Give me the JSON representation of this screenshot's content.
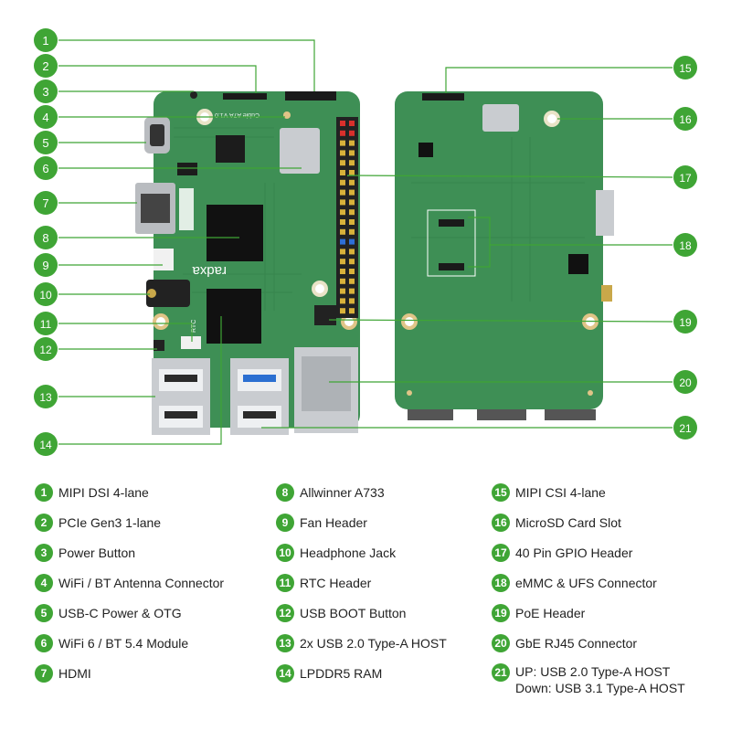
{
  "colors": {
    "callout": "#3fa535",
    "pcb": "#3e8f55",
    "pcb_dark": "#2f7444",
    "chip": "#111111",
    "metal": "#c9ccd0",
    "pin": "#d8b13a"
  },
  "board_marks": {
    "brand": "radxa",
    "model": "Cubie A7A V1.0",
    "rtc": "RTC"
  },
  "callouts": [
    {
      "n": "1"
    },
    {
      "n": "2"
    },
    {
      "n": "3"
    },
    {
      "n": "4"
    },
    {
      "n": "5"
    },
    {
      "n": "6"
    },
    {
      "n": "7"
    },
    {
      "n": "8"
    },
    {
      "n": "9"
    },
    {
      "n": "10"
    },
    {
      "n": "11"
    },
    {
      "n": "12"
    },
    {
      "n": "13"
    },
    {
      "n": "14"
    },
    {
      "n": "15"
    },
    {
      "n": "16"
    },
    {
      "n": "17"
    },
    {
      "n": "18"
    },
    {
      "n": "19"
    },
    {
      "n": "20"
    },
    {
      "n": "21"
    }
  ],
  "legend": [
    {
      "n": "1",
      "label": "MIPI DSI 4-lane"
    },
    {
      "n": "2",
      "label": "PCIe Gen3 1-lane"
    },
    {
      "n": "3",
      "label": "Power Button"
    },
    {
      "n": "4",
      "label": "WiFi / BT Antenna Connector"
    },
    {
      "n": "5",
      "label": "USB-C Power & OTG"
    },
    {
      "n": "6",
      "label": "WiFi 6 / BT 5.4 Module"
    },
    {
      "n": "7",
      "label": "HDMI"
    },
    {
      "n": "8",
      "label": "Allwinner A733"
    },
    {
      "n": "9",
      "label": "Fan Header"
    },
    {
      "n": "10",
      "label": "Headphone Jack"
    },
    {
      "n": "11",
      "label": "RTC Header"
    },
    {
      "n": "12",
      "label": "USB BOOT Button"
    },
    {
      "n": "13",
      "label": "2x USB 2.0 Type-A HOST"
    },
    {
      "n": "14",
      "label": "LPDDR5 RAM"
    },
    {
      "n": "15",
      "label": "MIPI CSI 4-lane"
    },
    {
      "n": "16",
      "label": "MicroSD Card Slot"
    },
    {
      "n": "17",
      "label": "40 Pin GPIO Header"
    },
    {
      "n": "18",
      "label": "eMMC & UFS Connector"
    },
    {
      "n": "19",
      "label": "PoE Header"
    },
    {
      "n": "20",
      "label": "GbE RJ45 Connector"
    },
    {
      "n": "21",
      "label": "UP: USB 2.0 Type-A HOST\nDown: USB 3.1 Type-A HOST"
    }
  ]
}
